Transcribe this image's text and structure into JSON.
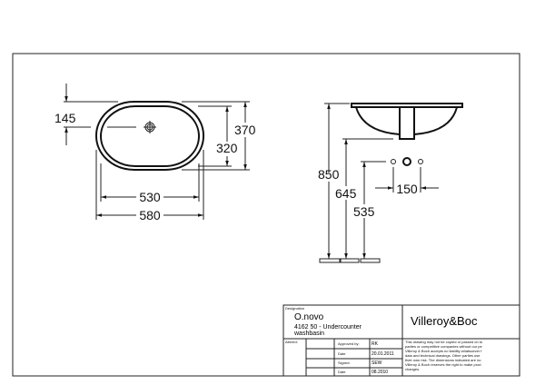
{
  "plan_view": {
    "dim_drain_offset": "145",
    "dim_outer_depth": "370",
    "dim_inner_depth": "320",
    "dim_inner_width": "530",
    "dim_outer_width": "580"
  },
  "side_view": {
    "dim_height_top": "850",
    "dim_height_drain": "645",
    "dim_height_taps": "535",
    "dim_tap_spacing": "150"
  },
  "title_block": {
    "designation_label": "Designation",
    "product_name": "O.novo",
    "product_line1": "4162 50 - Undercounter",
    "product_line2": "washbasin",
    "brand": "Villeroy&Boc",
    "altered_label": "Altered:",
    "approved_label": "Approved by:",
    "approved_value": "RK",
    "date1_label": "Date",
    "date1_value": "20.01.2011",
    "signed_label": "Signed:",
    "signed_value": "SEW",
    "date2_label": "Date",
    "date2_value": "08.2010",
    "disclaimer": [
      "This drawing may not be copied or passed on to",
      "parties or competitive companies without our pe",
      "Villeroy & Boch accepts no liability whatsoever f",
      "data and technical drawings. Other parties use",
      "their own risk. The dimensions indicated are no",
      "Villeroy & Boch reserves the right to make prod",
      "changes."
    ]
  }
}
